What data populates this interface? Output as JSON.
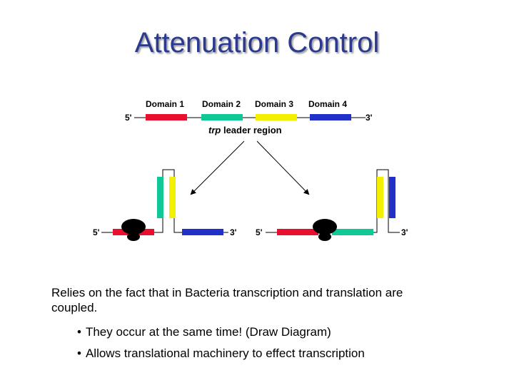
{
  "slide": {
    "title": "Attenuation Control",
    "body": "Relies on the fact that in Bacteria transcription and translation are coupled.",
    "bullets": [
      "They occur at the same time! (Draw Diagram)",
      "Allows translational machinery to effect transcription"
    ]
  },
  "diagram": {
    "domain_labels": [
      "Domain 1",
      "Domain 2",
      "Domain 3",
      "Domain 4"
    ],
    "region_label_italic": "trp",
    "region_label": " leader region",
    "end5": "5'",
    "end3": "3'",
    "colors": {
      "domain1": "#e8102e",
      "domain2": "#10c896",
      "domain3": "#f4ee00",
      "domain4": "#2030c8",
      "ribosome": "#000000",
      "line": "#000000"
    }
  }
}
